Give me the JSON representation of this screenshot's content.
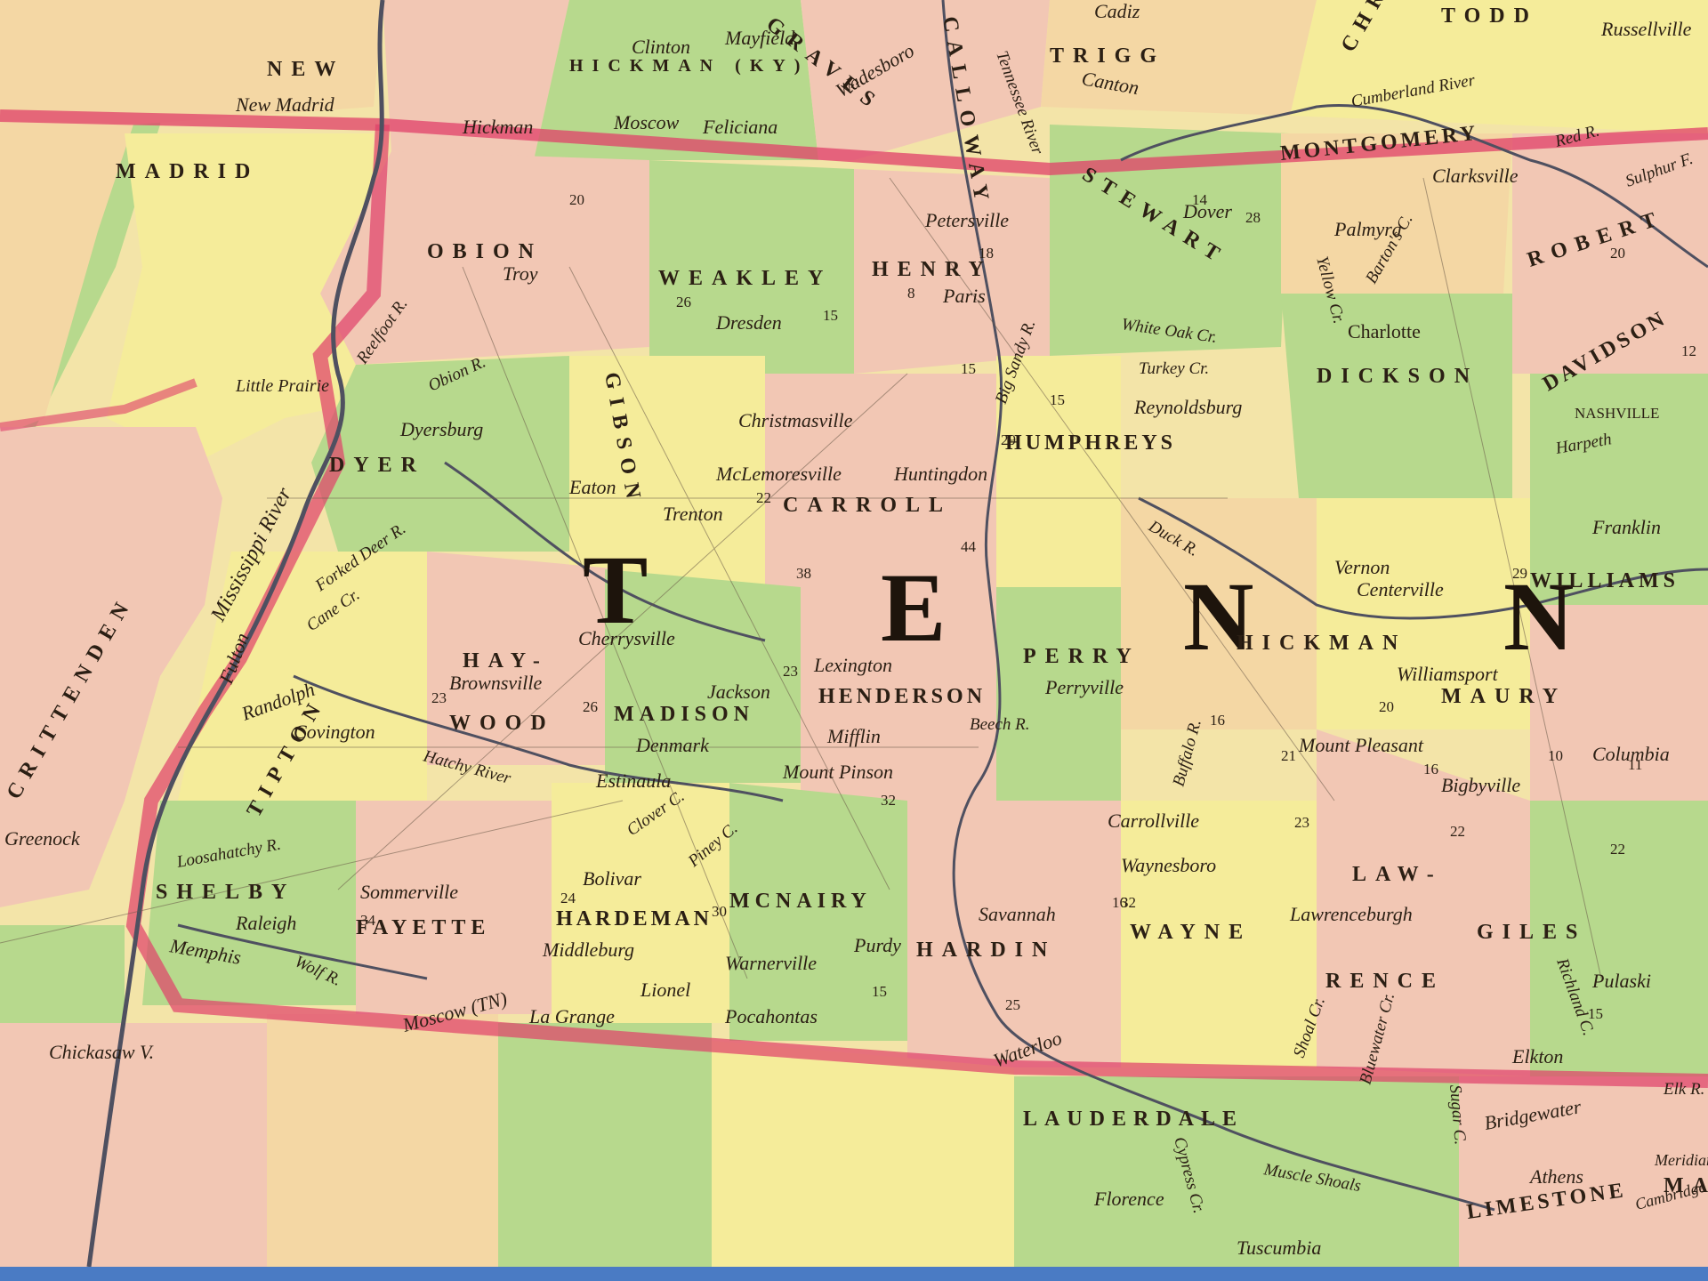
{
  "colors": {
    "green": "#b7d98d",
    "pink": "#f2c7b4",
    "yellow": "#f5ec9a",
    "peach": "#f4d7a4",
    "border_red": "#e0406a",
    "river": "#4f5060",
    "ink": "#2b1f14",
    "strip": "#4a7bc4"
  },
  "map": {
    "state_letters": [
      "T",
      "E",
      "N",
      "N"
    ],
    "counties": [
      {
        "name": "OBION"
      },
      {
        "name": "WEAKLEY"
      },
      {
        "name": "HENRY"
      },
      {
        "name": "STEWART"
      },
      {
        "name": "MONTGOMERY"
      },
      {
        "name": "DICKSON"
      },
      {
        "name": "HUMPHREYS"
      },
      {
        "name": "CARROLL"
      },
      {
        "name": "DYER"
      },
      {
        "name": "GIBSON"
      },
      {
        "name": "HAY-"
      },
      {
        "name": "WOOD"
      },
      {
        "name": "MADISON"
      },
      {
        "name": "HENDERSON"
      },
      {
        "name": "PERRY"
      },
      {
        "name": "HICKMAN"
      },
      {
        "name": "TIPTON"
      },
      {
        "name": "SHELBY"
      },
      {
        "name": "FAYETTE"
      },
      {
        "name": "HARDEMAN"
      },
      {
        "name": "MCNAIRY"
      },
      {
        "name": "HARDIN"
      },
      {
        "name": "WAYNE"
      },
      {
        "name": "LAW-"
      },
      {
        "name": "RENCE"
      },
      {
        "name": "GILES"
      },
      {
        "name": "MAURY"
      },
      {
        "name": "WILLIAMS"
      },
      {
        "name": "ROBERT"
      },
      {
        "name": "DAVIDSON"
      },
      {
        "name": "LAUDERDALE"
      },
      {
        "name": "LIMESTONE"
      },
      {
        "name": "MADRID"
      },
      {
        "name": "NEW"
      },
      {
        "name": "TODD"
      },
      {
        "name": "GRAVES"
      },
      {
        "name": "CALLOWAY"
      },
      {
        "name": "HICKMAN (KY)"
      },
      {
        "name": "TRIGG"
      },
      {
        "name": "CHRISTIAN"
      },
      {
        "name": "CRITTENDEN"
      },
      {
        "name": "MA"
      }
    ],
    "towns": [
      {
        "name": "New Madrid"
      },
      {
        "name": "Hickman"
      },
      {
        "name": "Clinton"
      },
      {
        "name": "Mayfield"
      },
      {
        "name": "Wadesboro"
      },
      {
        "name": "Moscow"
      },
      {
        "name": "Feliciana"
      },
      {
        "name": "Troy"
      },
      {
        "name": "Dresden"
      },
      {
        "name": "Paris"
      },
      {
        "name": "Petersville"
      },
      {
        "name": "Dover"
      },
      {
        "name": "Clarksville"
      },
      {
        "name": "Palmyra"
      },
      {
        "name": "Charlotte"
      },
      {
        "name": "Reynoldsburg"
      },
      {
        "name": "Dyersburg"
      },
      {
        "name": "Trenton"
      },
      {
        "name": "Huntingdon"
      },
      {
        "name": "Christmasville"
      },
      {
        "name": "McLemoresville"
      },
      {
        "name": "Eaton"
      },
      {
        "name": "Cherrysville"
      },
      {
        "name": "Brownsville"
      },
      {
        "name": "Jackson"
      },
      {
        "name": "Lexington"
      },
      {
        "name": "Perryville"
      },
      {
        "name": "Centerville"
      },
      {
        "name": "Vernon"
      },
      {
        "name": "Covington"
      },
      {
        "name": "Randolph"
      },
      {
        "name": "Denmark"
      },
      {
        "name": "Estinaula"
      },
      {
        "name": "Mifflin"
      },
      {
        "name": "Mount Pinson"
      },
      {
        "name": "Mount Pleasant"
      },
      {
        "name": "Columbia"
      },
      {
        "name": "Williamsport"
      },
      {
        "name": "Bigbyville"
      },
      {
        "name": "Franklin"
      },
      {
        "name": "NASHVILLE"
      },
      {
        "name": "Carrollville"
      },
      {
        "name": "Waynesboro"
      },
      {
        "name": "Lawrenceburgh"
      },
      {
        "name": "Pulaski"
      },
      {
        "name": "Elkton"
      },
      {
        "name": "Savannah"
      },
      {
        "name": "Sommerville"
      },
      {
        "name": "Bolivar"
      },
      {
        "name": "Raleigh"
      },
      {
        "name": "Memphis"
      },
      {
        "name": "Greenock"
      },
      {
        "name": "Middleburg"
      },
      {
        "name": "Warnerville"
      },
      {
        "name": "Lionel"
      },
      {
        "name": "Pocahontas"
      },
      {
        "name": "La Grange"
      },
      {
        "name": "Moscow (TN)"
      },
      {
        "name": "Purdy"
      },
      {
        "name": "Waterloo"
      },
      {
        "name": "Florence"
      },
      {
        "name": "Tuscumbia"
      },
      {
        "name": "Athens"
      },
      {
        "name": "Bridgewater"
      },
      {
        "name": "Little Prairie"
      },
      {
        "name": "Cadiz"
      },
      {
        "name": "Canton"
      },
      {
        "name": "Russellville"
      },
      {
        "name": "Fulton"
      },
      {
        "name": "Chickasaw V."
      },
      {
        "name": "Meridian"
      },
      {
        "name": "Cambridge"
      }
    ],
    "rivers": [
      {
        "name": "Mississippi River"
      },
      {
        "name": "Reelfoot R."
      },
      {
        "name": "Obion R."
      },
      {
        "name": "Forked Deer R."
      },
      {
        "name": "Hatchy River"
      },
      {
        "name": "Loosahatchy R."
      },
      {
        "name": "Wolf R."
      },
      {
        "name": "Tennessee River"
      },
      {
        "name": "Duck R."
      },
      {
        "name": "Big Sandy R."
      },
      {
        "name": "Beech R."
      },
      {
        "name": "Buffalo R."
      },
      {
        "name": "Cumberland River"
      },
      {
        "name": "Yellow Cr."
      },
      {
        "name": "Barton's C."
      },
      {
        "name": "White Oak Cr."
      },
      {
        "name": "Turkey Cr."
      },
      {
        "name": "Cane Cr."
      },
      {
        "name": "Clover C."
      },
      {
        "name": "Piney C."
      },
      {
        "name": "Harpeth"
      },
      {
        "name": "Sulphur F."
      },
      {
        "name": "Red R."
      },
      {
        "name": "Shoal Cr."
      },
      {
        "name": "Bluewater Cr."
      },
      {
        "name": "Sugar C."
      },
      {
        "name": "Richland C."
      },
      {
        "name": "Elk R."
      },
      {
        "name": "Muscle Shoals"
      },
      {
        "name": "Cypress Cr."
      }
    ],
    "distance_numbers": [
      "20",
      "26",
      "15",
      "8",
      "18",
      "15",
      "28",
      "14",
      "15",
      "29",
      "22",
      "38",
      "44",
      "23",
      "23",
      "26",
      "16",
      "20",
      "21",
      "16",
      "32",
      "34",
      "30",
      "24",
      "15",
      "25",
      "32",
      "23",
      "22",
      "15",
      "22",
      "12",
      "16",
      "10",
      "11",
      "29",
      "20"
    ]
  }
}
